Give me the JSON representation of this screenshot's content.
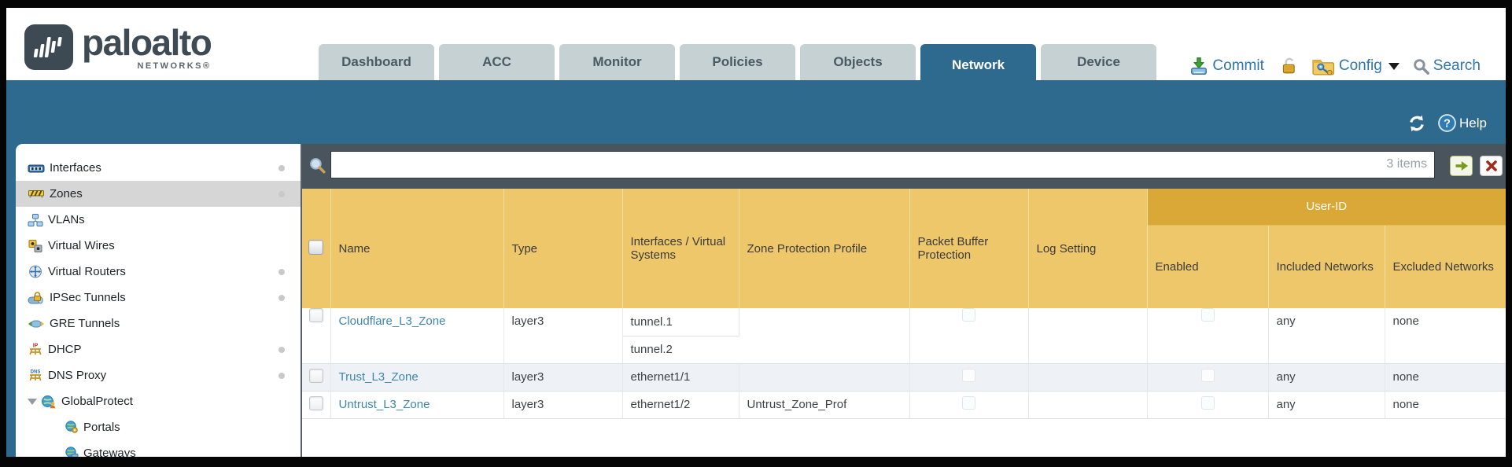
{
  "brand": {
    "name": "paloalto",
    "sub": "NETWORKS®"
  },
  "tabs": [
    {
      "label": "Dashboard",
      "active": false
    },
    {
      "label": "ACC",
      "active": false
    },
    {
      "label": "Monitor",
      "active": false
    },
    {
      "label": "Policies",
      "active": false
    },
    {
      "label": "Objects",
      "active": false
    },
    {
      "label": "Network",
      "active": true
    },
    {
      "label": "Device",
      "active": false
    }
  ],
  "actions": {
    "commit": "Commit",
    "config": "Config",
    "search": "Search"
  },
  "band": {
    "help": "Help"
  },
  "sidebar": {
    "items": [
      {
        "label": "Interfaces",
        "icon": "interfaces-icon",
        "dot": true,
        "selected": false
      },
      {
        "label": "Zones",
        "icon": "zones-icon",
        "dot": true,
        "selected": true
      },
      {
        "label": "VLANs",
        "icon": "vlans-icon",
        "dot": false,
        "selected": false
      },
      {
        "label": "Virtual Wires",
        "icon": "virtual-wires-icon",
        "dot": false,
        "selected": false
      },
      {
        "label": "Virtual Routers",
        "icon": "virtual-routers-icon",
        "dot": true,
        "selected": false
      },
      {
        "label": "IPSec Tunnels",
        "icon": "ipsec-tunnels-icon",
        "dot": true,
        "selected": false
      },
      {
        "label": "GRE Tunnels",
        "icon": "gre-tunnels-icon",
        "dot": false,
        "selected": false
      },
      {
        "label": "DHCP",
        "icon": "dhcp-icon",
        "dot": true,
        "selected": false
      },
      {
        "label": "DNS Proxy",
        "icon": "dns-proxy-icon",
        "dot": true,
        "selected": false
      },
      {
        "label": "GlobalProtect",
        "icon": "globalprotect-icon",
        "dot": false,
        "selected": false,
        "expanded": true
      },
      {
        "label": "Portals",
        "icon": "portals-icon",
        "dot": false,
        "selected": false,
        "child": true
      },
      {
        "label": "Gateways",
        "icon": "gateways-icon",
        "dot": false,
        "selected": false,
        "child": true
      }
    ]
  },
  "filter": {
    "value": "",
    "count": "3 items"
  },
  "table": {
    "group_header": "User-ID",
    "columns": [
      "Name",
      "Type",
      "Interfaces / Virtual Systems",
      "Zone Protection Profile",
      "Packet Buffer Protection",
      "Log Setting",
      "Enabled",
      "Included Networks",
      "Excluded Networks"
    ],
    "rows": [
      {
        "name": "Cloudflare_L3_Zone",
        "type": "layer3",
        "interfaces": [
          "tunnel.1",
          "tunnel.2"
        ],
        "zone_protection_profile": "",
        "packet_buffer_protection": false,
        "log_setting": "",
        "user_id_enabled": false,
        "included_networks": "any",
        "excluded_networks": "none"
      },
      {
        "name": "Trust_L3_Zone",
        "type": "layer3",
        "interfaces": [
          "ethernet1/1"
        ],
        "zone_protection_profile": "",
        "packet_buffer_protection": false,
        "log_setting": "",
        "user_id_enabled": false,
        "included_networks": "any",
        "excluded_networks": "none"
      },
      {
        "name": "Untrust_L3_Zone",
        "type": "layer3",
        "interfaces": [
          "ethernet1/2"
        ],
        "zone_protection_profile": "Untrust_Zone_Prof",
        "packet_buffer_protection": false,
        "log_setting": "",
        "user_id_enabled": false,
        "included_networks": "any",
        "excluded_networks": "none"
      }
    ]
  },
  "colors": {
    "accent_teal": "#2e6a8e",
    "header_gold": "#eec76a",
    "user_id_gold": "#d9a837",
    "link_blue": "#3e86ad",
    "filter_bar_dark": "#49545d"
  }
}
